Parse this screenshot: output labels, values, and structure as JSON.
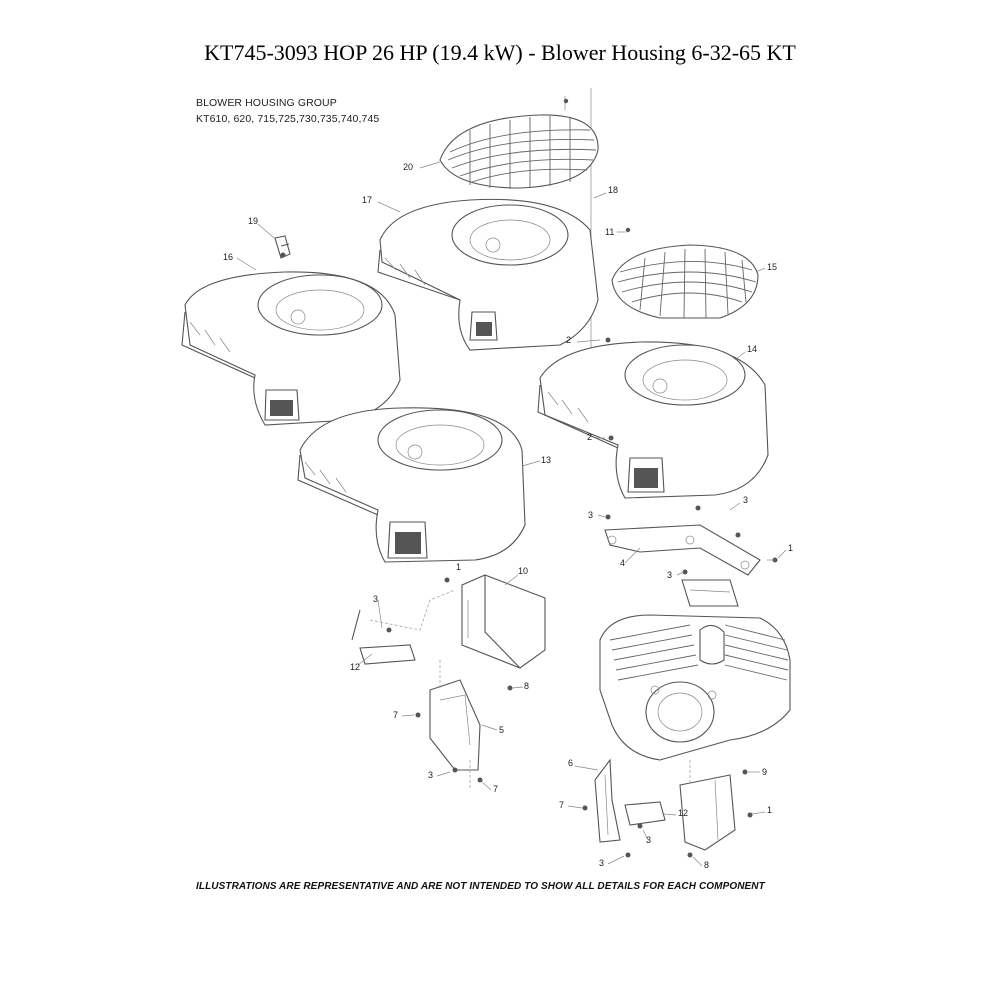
{
  "page": {
    "title": "KT745-3093 HOP 26 HP (19.4 kW) - Blower Housing 6-32-65 KT"
  },
  "diagram": {
    "group_heading": "BLOWER HOUSING GROUP",
    "models": "KT610, 620, 715,725,730,735,740,745",
    "disclaimer": "ILLUSTRATIONS ARE REPRESENTATIVE AND ARE NOT INTENDED TO SHOW ALL DETAILS FOR EACH COMPONENT",
    "callouts": {
      "c20": "20",
      "c18": "18",
      "c17": "17",
      "c19": "19",
      "c16": "16",
      "c11": "11",
      "c15": "15",
      "c2a": "2",
      "c14": "14",
      "c2b": "2",
      "c13": "13",
      "c3a": "3",
      "c3b": "3",
      "c1a": "1",
      "c4": "4",
      "c3c": "3",
      "c1b": "1",
      "c10": "10",
      "c3d": "3",
      "c12a": "12",
      "c8a": "8",
      "c7a": "7",
      "c5": "5",
      "c3e": "3",
      "c7b": "7",
      "c6": "6",
      "c9": "9",
      "c7c": "7",
      "c1c": "1",
      "c12b": "12",
      "c3f": "3",
      "c3g": "3",
      "c8b": "8"
    }
  }
}
